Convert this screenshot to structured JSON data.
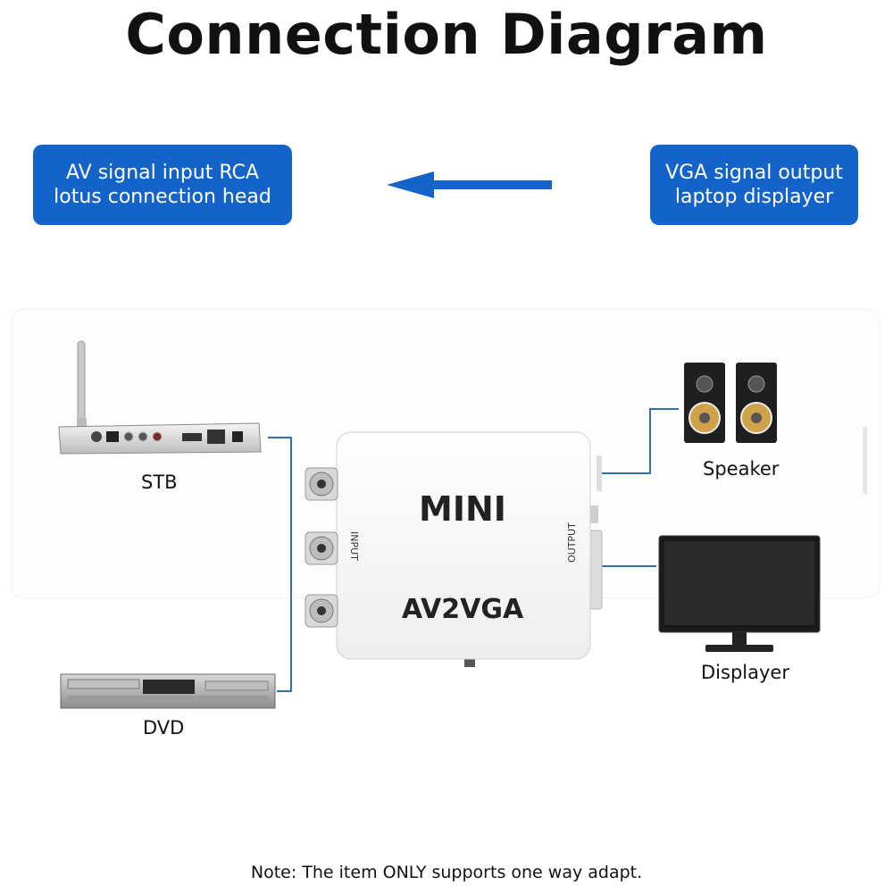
{
  "title": "Connection Diagram",
  "callouts": {
    "input": "AV signal input RCA\nlotus connection head",
    "output": "VGA signal output\nlaptop displayer"
  },
  "device": {
    "brand": "MINI",
    "model": "AV2VGA",
    "input_label": "INPUT",
    "output_label": "OUTPUT"
  },
  "sources": {
    "stb": "STB",
    "dvd": "DVD"
  },
  "outputs": {
    "speaker": "Speaker",
    "displayer": "Displayer"
  },
  "note": "Note: The item ONLY supports one way adapt.",
  "colors": {
    "accent": "#1463c8",
    "connector": "#2f6fb5"
  },
  "icons": [
    "arrow-left-icon",
    "stb-device-icon",
    "dvd-player-icon",
    "speaker-icon",
    "monitor-icon",
    "rca-jack-icon",
    "vga-port-icon"
  ]
}
